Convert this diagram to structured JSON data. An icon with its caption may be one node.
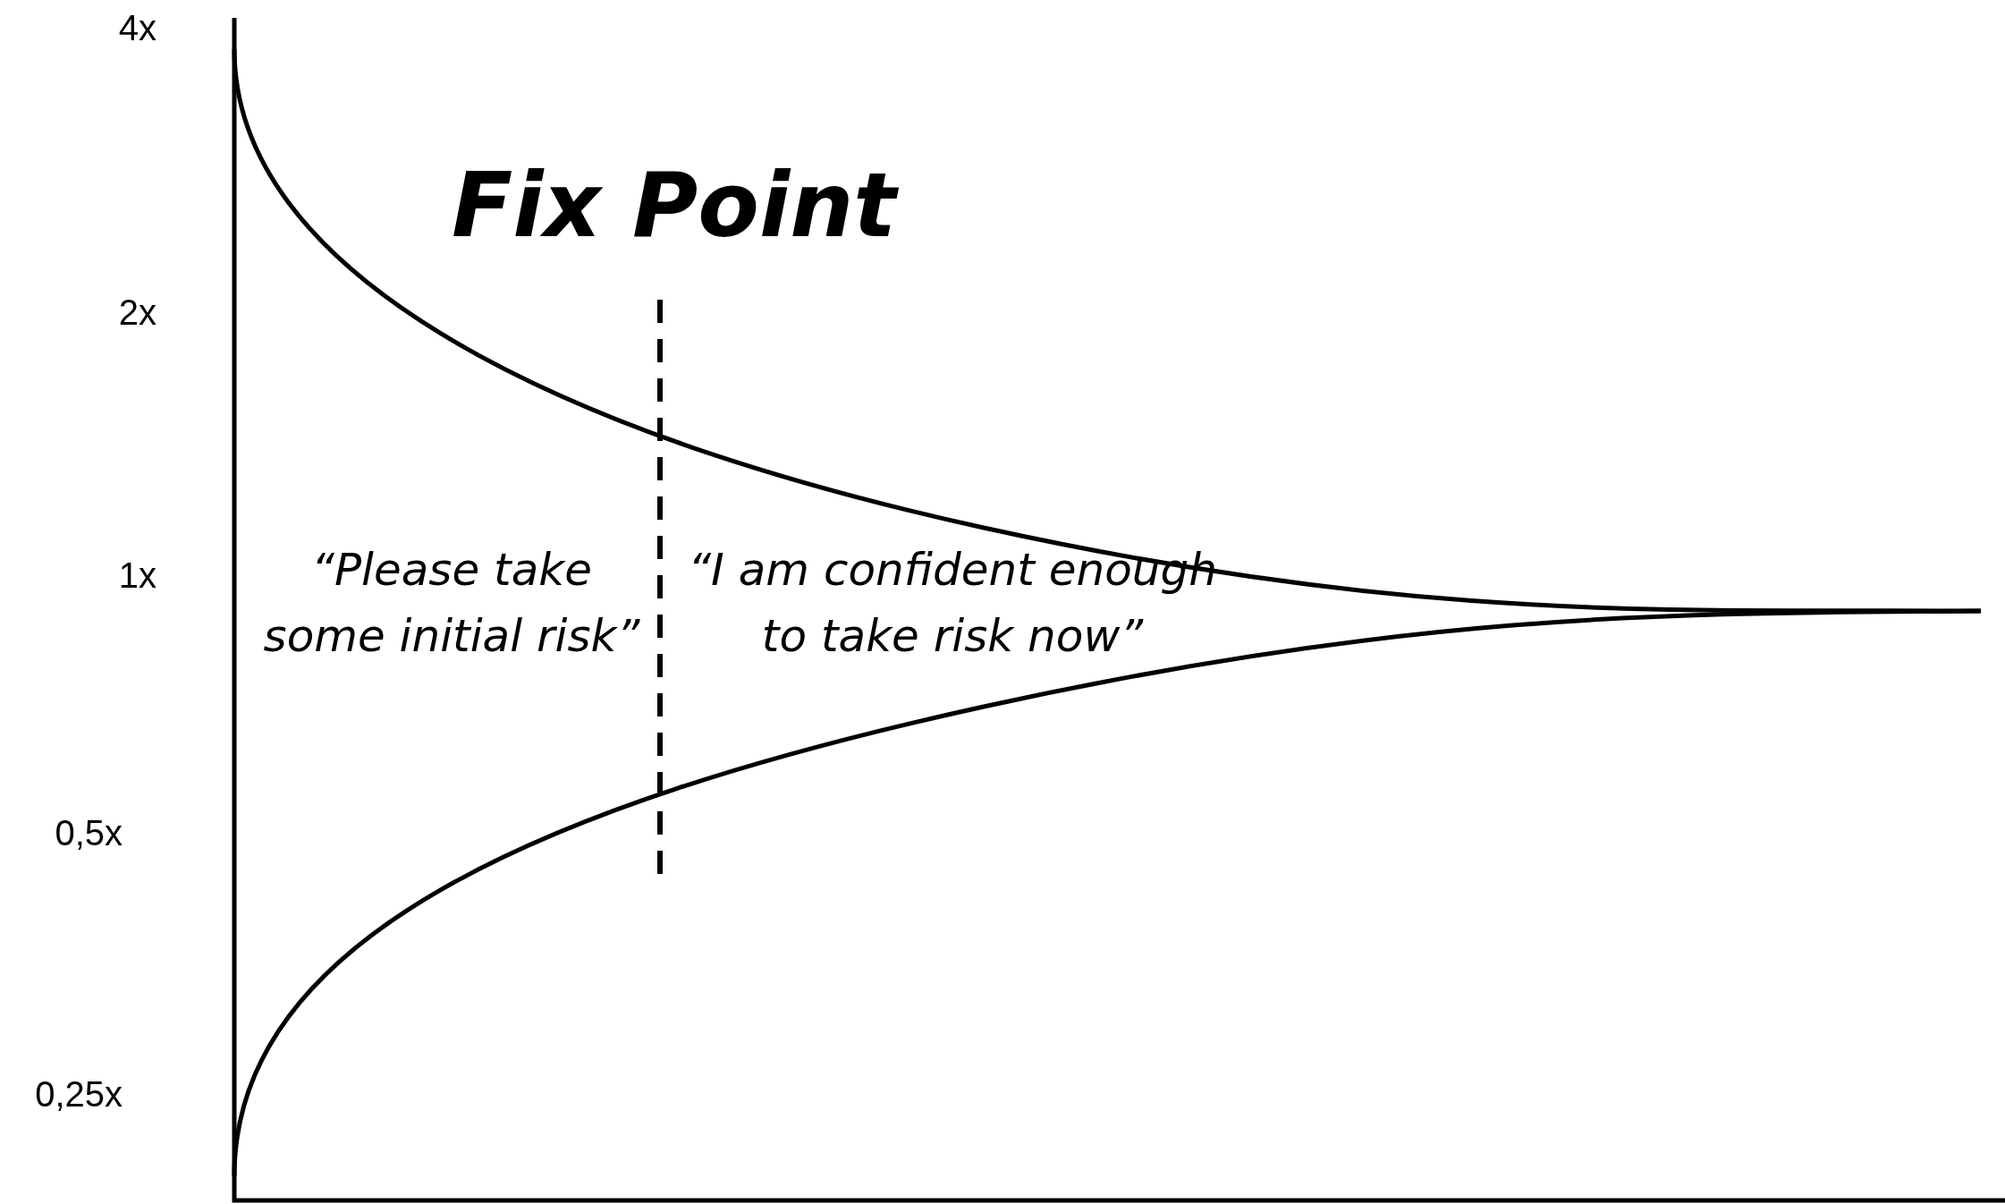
{
  "diagram": {
    "labels": [
      "4x",
      "Fix Point",
      "2x",
      "1x",
      "“Please take some initial risk”",
      "“I am confident enough to take risk now”",
      "0,5x",
      "0,25x"
    ]
  }
}
